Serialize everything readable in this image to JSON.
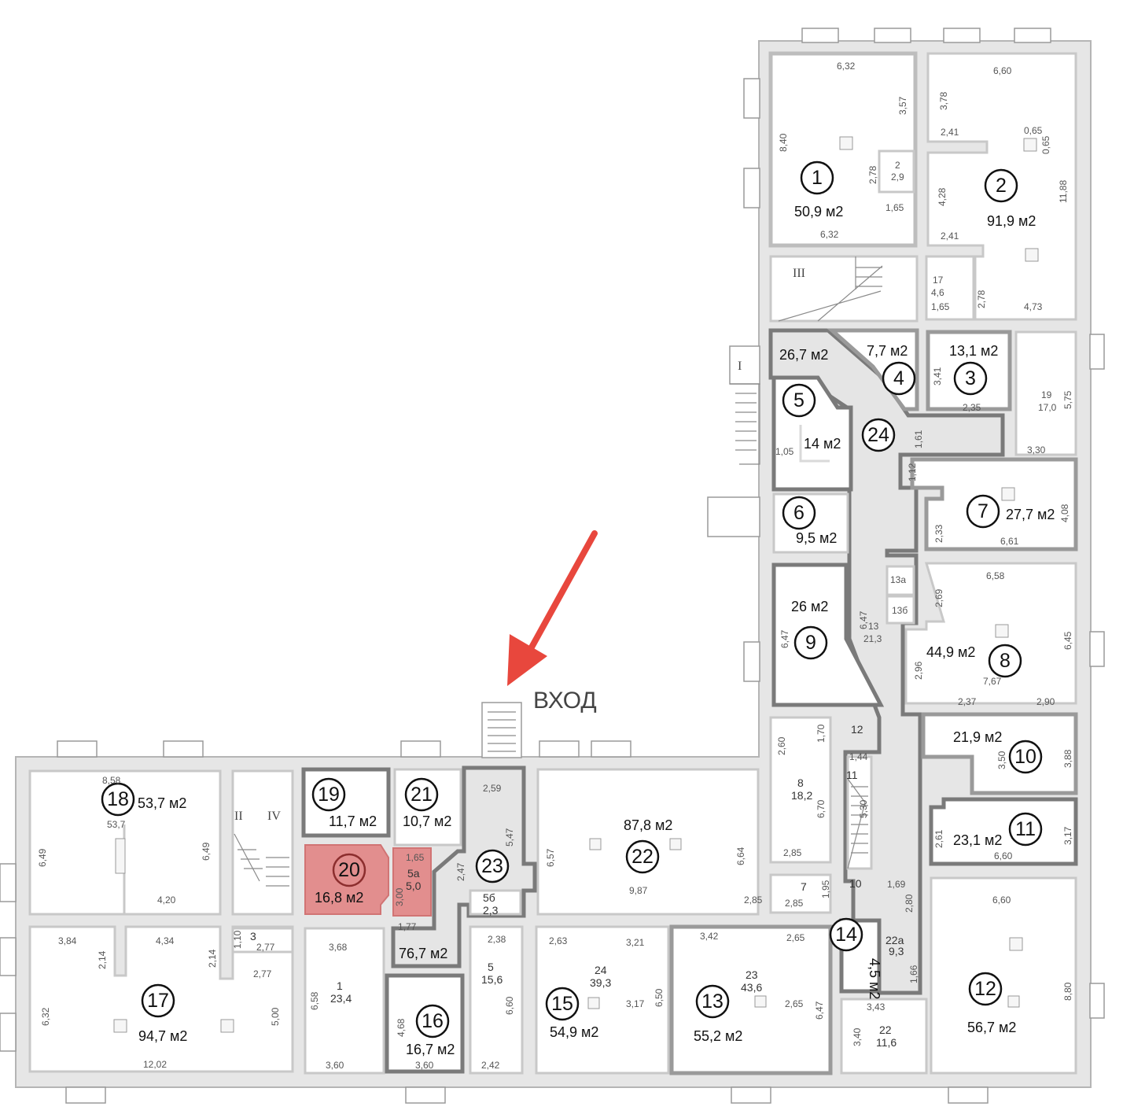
{
  "entrance_label": "ВХОД",
  "accent_color": "#e8473d",
  "highlight_color": "#e28e8e",
  "stair_labels": [
    "I",
    "II",
    "III",
    "IV"
  ],
  "rooms": [
    {
      "id": "1",
      "num": "1",
      "area": "50,9 м2"
    },
    {
      "id": "2",
      "num": "2",
      "area": "91,9 м2"
    },
    {
      "id": "3",
      "num": "3",
      "area": "13,1 м2"
    },
    {
      "id": "4",
      "num": "4",
      "area": "7,7 м2"
    },
    {
      "id": "5",
      "num": "5",
      "area": "14 м2"
    },
    {
      "id": "6",
      "num": "6",
      "area": "9,5 м2"
    },
    {
      "id": "7",
      "num": "7",
      "area": "27,7 м2"
    },
    {
      "id": "8",
      "num": "8",
      "area": "44,9 м2"
    },
    {
      "id": "9",
      "num": "9",
      "area": "26 м2"
    },
    {
      "id": "10",
      "num": "10",
      "area": "21,9 м2"
    },
    {
      "id": "11",
      "num": "11",
      "area": "23,1 м2"
    },
    {
      "id": "12",
      "num": "12",
      "area": "56,7 м2"
    },
    {
      "id": "13",
      "num": "13",
      "area": "55,2 м2"
    },
    {
      "id": "14",
      "num": "14",
      "area": "4,5 м2"
    },
    {
      "id": "15",
      "num": "15",
      "area": "54,9 м2"
    },
    {
      "id": "16",
      "num": "16",
      "area": "16,7 м2"
    },
    {
      "id": "17",
      "num": "17",
      "area": "94,7 м2"
    },
    {
      "id": "18",
      "num": "18",
      "area": "53,7 м2"
    },
    {
      "id": "19",
      "num": "19",
      "area": "11,7 м2"
    },
    {
      "id": "20",
      "num": "20",
      "area": "16,8 м2"
    },
    {
      "id": "21",
      "num": "21",
      "area": "10,7 м2"
    },
    {
      "id": "22",
      "num": "22",
      "area": "87,8 м2"
    },
    {
      "id": "23",
      "num": "23",
      "area": "76,7 м2"
    },
    {
      "id": "24",
      "num": "24",
      "area": "26,7 м2"
    }
  ],
  "dimensions": [
    "6,32",
    "3,57",
    "8,40",
    "2,78",
    "2",
    "2,9",
    "1,65",
    "6,32",
    "6,60",
    "3,78",
    "2,41",
    "0,65",
    "0,65",
    "4,28",
    "11,88",
    "2,41",
    "17",
    "4,6",
    "1,65",
    "2,78",
    "4,73",
    "3,41",
    "2,35",
    "19",
    "17,0",
    "5,75",
    "3,30",
    "1,61",
    "1,05",
    "1,12",
    "2,33",
    "6,61",
    "4,08",
    "13а",
    "13б",
    "6,47",
    "13",
    "21,3",
    "6,47",
    "2,69",
    "6,58",
    "6,45",
    "2,96",
    "7,67",
    "2,37",
    "2,90",
    "12",
    "1,44",
    "11",
    "5,30",
    "3,50",
    "3,88",
    "2,61",
    "6,60",
    "3,17",
    "2,60",
    "1,70",
    "8",
    "18,2",
    "6,70",
    "2,85",
    "7",
    "2,85",
    "1,95",
    "10",
    "1,69",
    "2,80",
    "22а",
    "9,3",
    "1,66",
    "6,60",
    "8,80",
    "3,43",
    "3,40",
    "22",
    "11,6",
    "3,42",
    "2,65",
    "23",
    "43,6",
    "2,65",
    "6,47",
    "2,63",
    "3,21",
    "24",
    "39,3",
    "3,17",
    "6,50",
    "2,38",
    "5",
    "15,6",
    "6,60",
    "2,42",
    "4,68",
    "3,60",
    "3,68",
    "1",
    "23,4",
    "6,58",
    "3,60",
    "3",
    "2,77",
    "1,10",
    "2,77",
    "5,00",
    "3,84",
    "2,14",
    "4,34",
    "2,14",
    "6,32",
    "12,02",
    "8,58",
    "53,7",
    "6,49",
    "6,49",
    "4,20",
    "1,65",
    "5а",
    "5,0",
    "3,00",
    "2,59",
    "5,47",
    "2,47",
    "5б",
    "2,3",
    "1,77",
    "6,57",
    "9,87",
    "6,64",
    "2,85"
  ]
}
